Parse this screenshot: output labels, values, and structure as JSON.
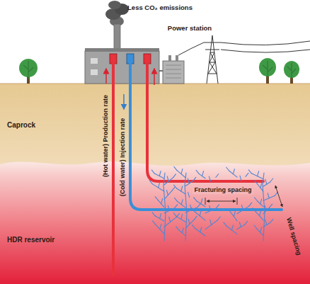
{
  "diagram": {
    "labels": [
      "Less CO₂ emissions",
      "Power station",
      "Caprock",
      "(Hot water) Production rate",
      "(Cold water) Injection rate",
      "Fracturing spacing",
      "Well spacing",
      "HDR reservoir"
    ]
  }
}
